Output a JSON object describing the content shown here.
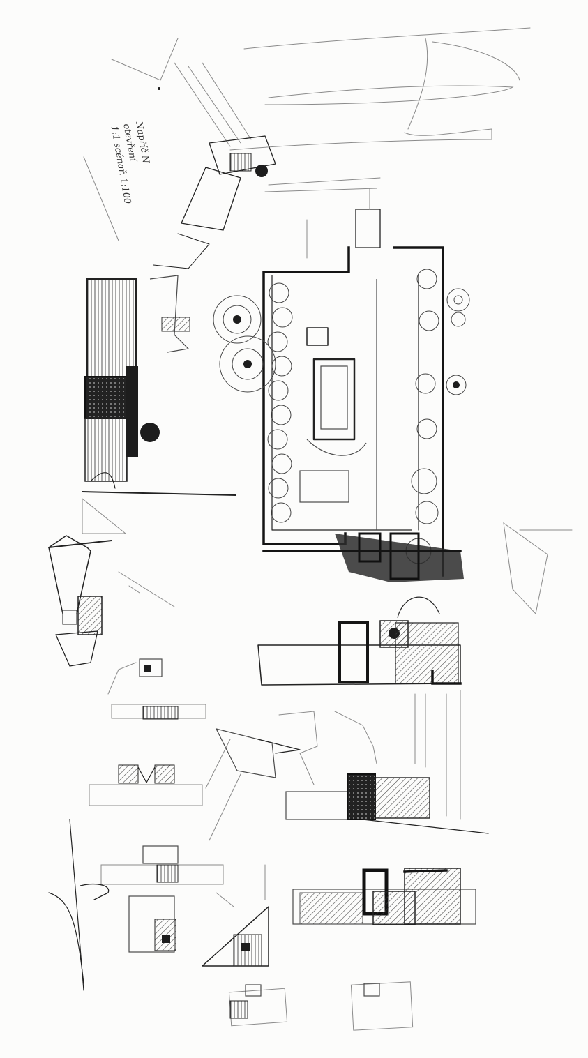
{
  "sketch": {
    "annotations": [
      {
        "text": "Napříč N"
      },
      {
        "text": "otevření"
      },
      {
        "text": "1:1 scénař. 1:100"
      }
    ],
    "colors": {
      "paper": "#fcfcfb",
      "ink": "#222222",
      "shade": "#555555"
    }
  }
}
